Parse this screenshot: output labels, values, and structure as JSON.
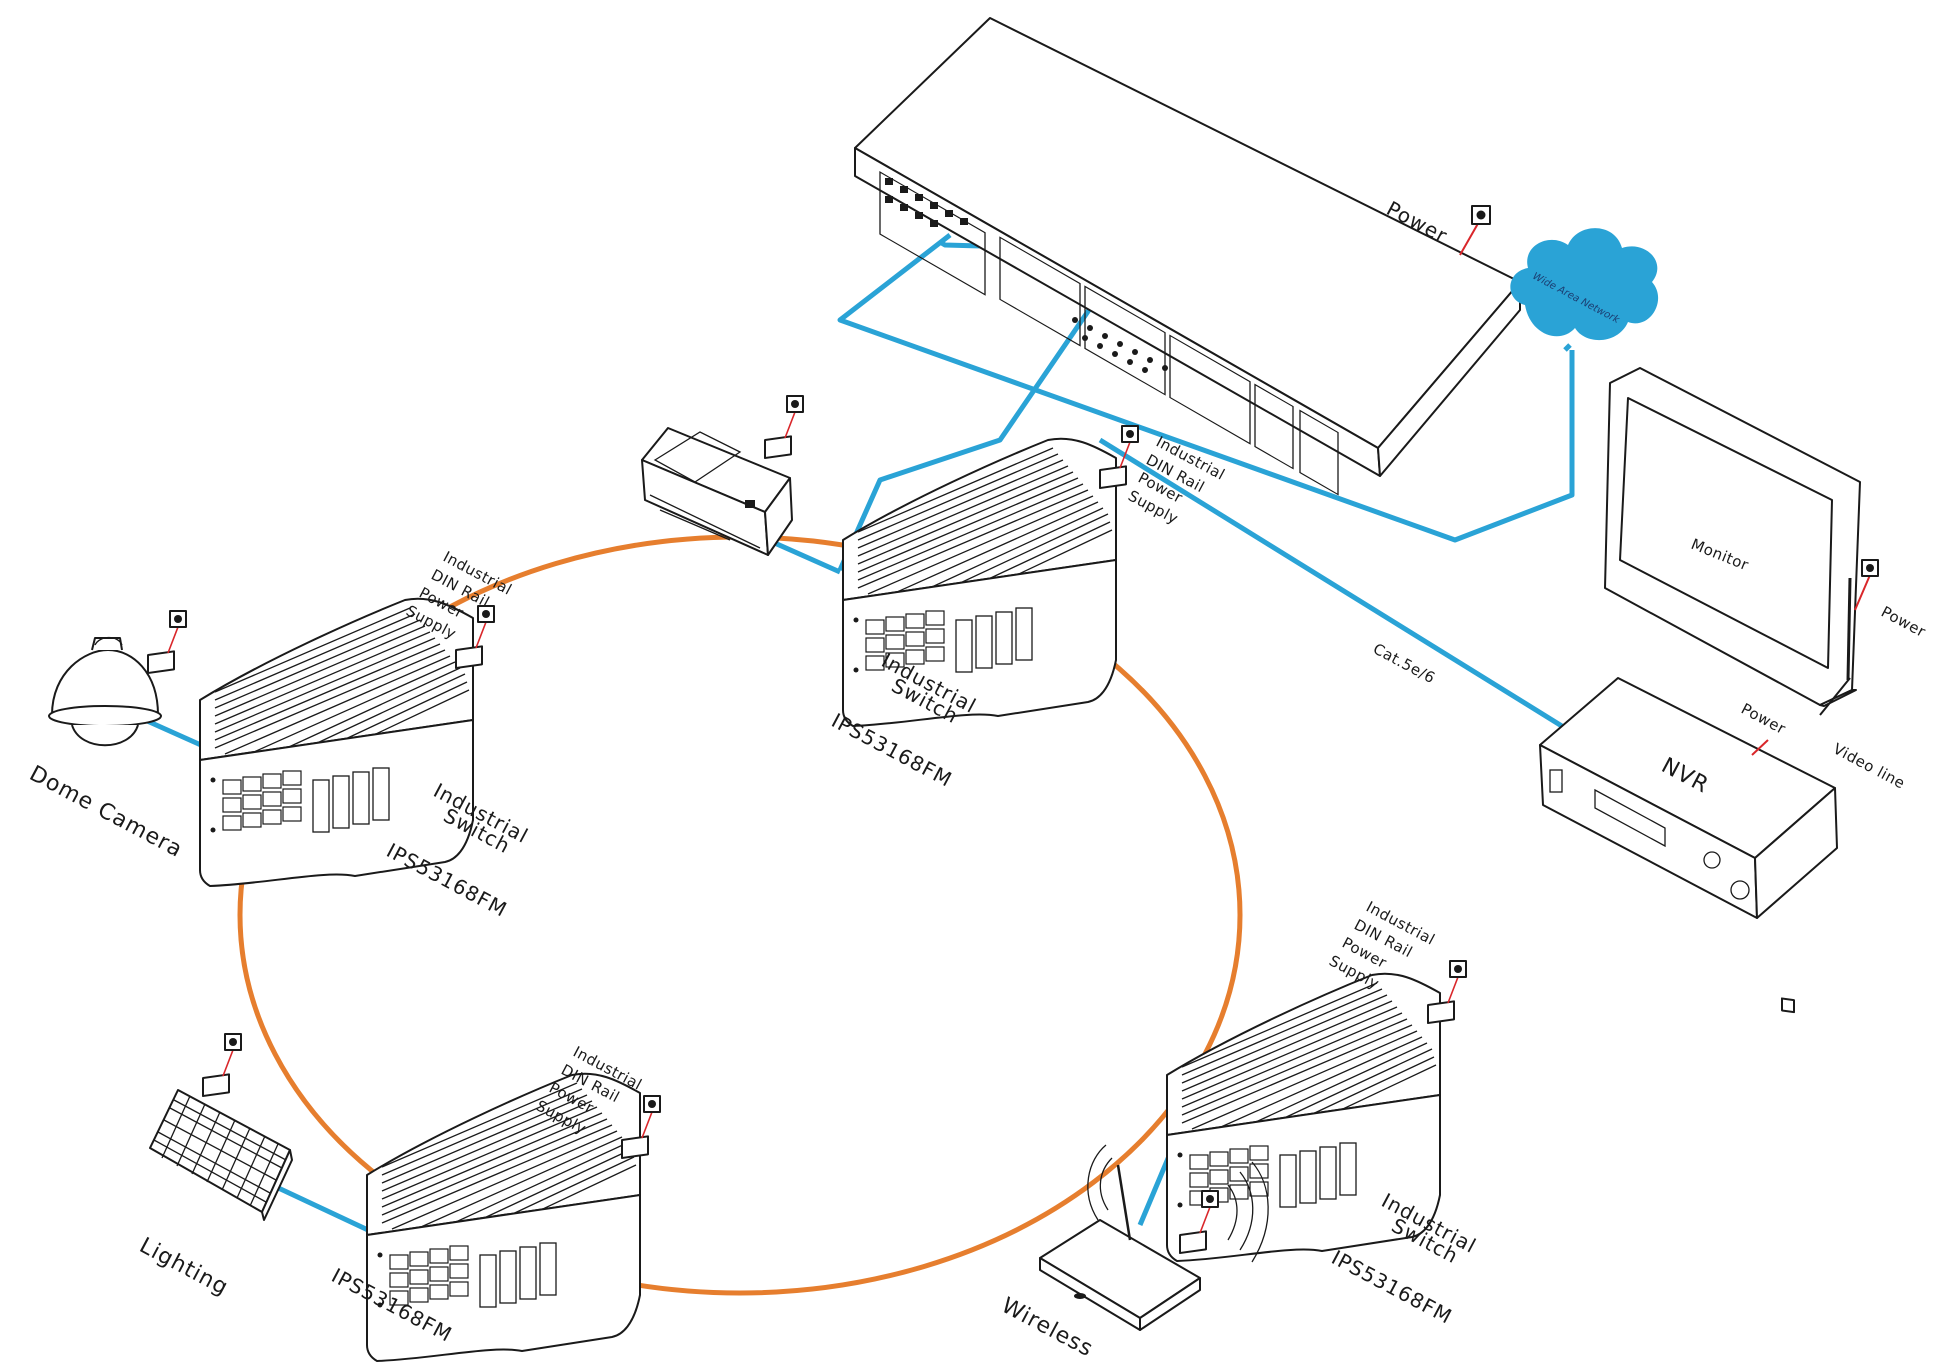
{
  "labels": {
    "power_top": "Power",
    "wan": "Wide Area Network",
    "monitor": "Monitor",
    "power_monitor": "Power",
    "power_nvr": "Power",
    "nvr": "NVR",
    "video_line": "Video line",
    "cable": "Cat.5e/6",
    "switch_line1": "Industrial",
    "switch_line2": "Switch",
    "model": "IPS53168FM",
    "psu_line1": "Industrial",
    "psu_line2": "DIN Rail",
    "psu_line3": "Power",
    "psu_line4": "Supply",
    "dome_camera": "Dome Camera",
    "lighting": "Lighting",
    "wireless": "Wireless"
  },
  "colors": {
    "ring": "#e67e2e",
    "ethernet": "#2aa3d6",
    "power_wire": "#d9262a",
    "cloud": "#2aa3d6",
    "outline": "#1a1a1a"
  }
}
